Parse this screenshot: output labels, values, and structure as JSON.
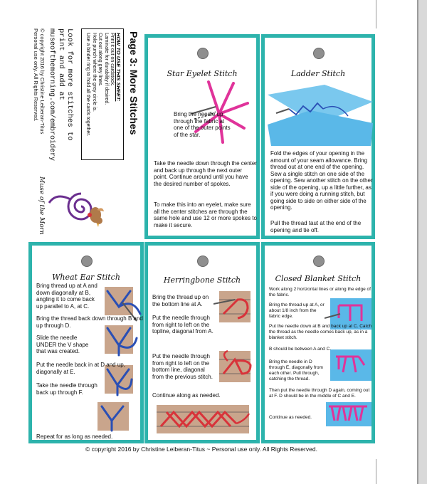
{
  "side": {
    "title": "Page 3: More Stitches",
    "howto_heading": "HOW TO USE THIS SHEET:",
    "howto_lines": [
      "Print it out on cardstock.",
      "Laminate for durability if desired.",
      "Cut out along grey lines.",
      "Hole punch where the grey circle is.",
      "Use a binder ring to hold all the cards together."
    ],
    "look_line1": "Look for more stitches to",
    "look_line2": "print and add at",
    "url": "museofthemorning.com/embroidery",
    "copyright_line1": "© copyright 2016 by Christine Leiberan-Titus",
    "copyright_line2": "Personal use only. All Rights Reserved.",
    "logo_text": "Muse of the Morning"
  },
  "cards": {
    "star": {
      "title": "Star Eyelet Stitch",
      "p1": "Bring the needle up through the fabric at one of the outer points of the star.",
      "p2": "Take the needle down through the center and back up through the next outer point. Continue around until you have the desired number of spokes.",
      "p3": "To make this into an eyelet, make sure all the center stitches are through the same hole and use 12 or more spokes to make it secure."
    },
    "ladder": {
      "title": "Ladder Stitch",
      "p1": "Fold the edges of your opening in the amount of your seam allowance. Bring thread out at one end of the opening. Sew a single stitch on one side of the opening. Sew another stitch on the other side of the opening, up a little further, as if you were doing a running stitch, but going side to side on either side of the opening.",
      "p2": "Pull the thread taut at the end of the opening and tie off."
    },
    "wheat": {
      "title": "Wheat Ear Stitch",
      "p1": "Bring thread up at A and down diagonally at B, angling it to come back up parallel to A, at C.",
      "p2": "Bring the thread back down through B and up through D.",
      "p3": "Slide the needle UNDER the V shape that was created.",
      "p4": "Put the needle back in at D and up, diagonally at E.",
      "p5": "Take the needle through back up through F.",
      "p6": "Repeat for as long as needed."
    },
    "herring": {
      "title": "Herringbone Stitch",
      "p1": "Bring the thread up on the bottom line at A.",
      "p2": "Put the needle through from right to left on the topline, diagonal from A.",
      "p3": "Put the needle through from right to left on the bottom line, diagonal from the previous stitch.",
      "p4": "Continue along as needed."
    },
    "blanket": {
      "title": "Closed Blanket Stitch",
      "p1": "Work along 2 horizontal lines or along the edge of the fabric.",
      "p2": "Bring the thread up at A, or about 1/8 inch from the fabric edge.",
      "p3": "Put the needle down at B and back up at C. Catch the thread as the needle comes back up, as in a blanket stitch.",
      "p4": "B should be between A and C.",
      "p5": "Bring the needle in D through E, diagonally from each other. Pull through, catching the thread.",
      "p6": "Then put the needle through D again, coming out at F. D should be in the middle of C and E.",
      "p7": "Continue as needed."
    }
  },
  "footer": "© copyright 2016 by Christine Leiberan-Titus ~ Personal use only. All Rights Reserved.",
  "colors": {
    "teal_border": "#2db3ac",
    "fabric_blue": "#5ab8e8",
    "fabric_tan": "#c9a58c",
    "thread_pink": "#e0339a",
    "thread_blue": "#2a4fb5",
    "thread_red": "#d8333a"
  }
}
